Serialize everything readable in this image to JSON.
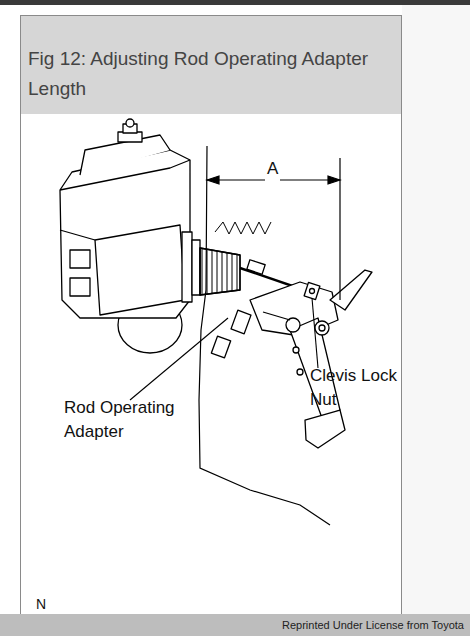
{
  "diagram": {
    "title": "Fig 12: Adjusting Rod Operating Adapter Length",
    "labels": [
      "A",
      "Rod Operating Adapter",
      "Clevis Lock Nut",
      "N",
      "Reprinted Under License from Toyota"
    ]
  }
}
